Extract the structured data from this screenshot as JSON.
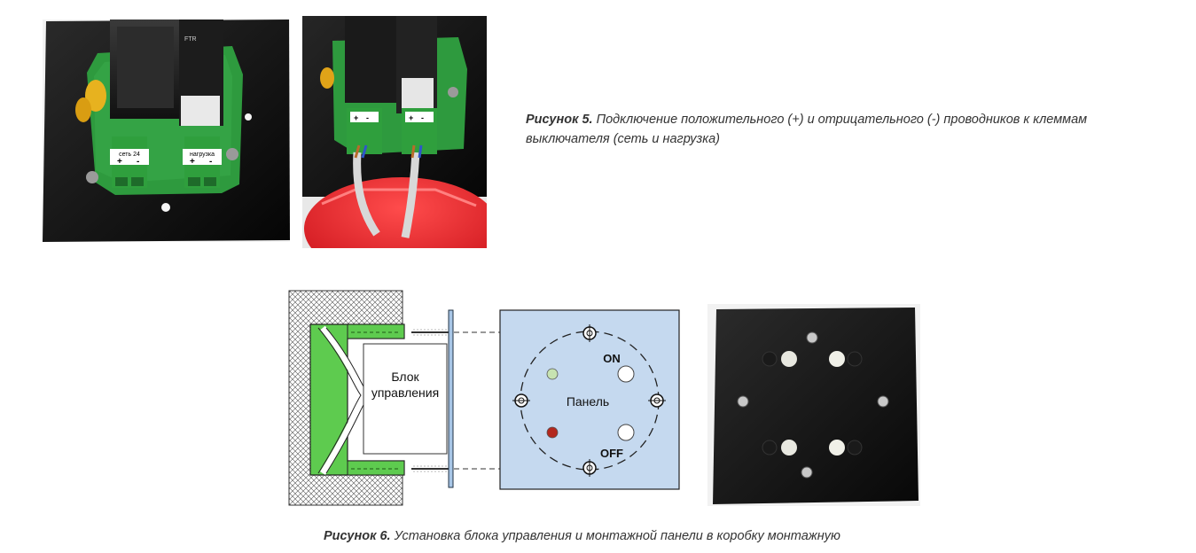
{
  "figure5": {
    "caption_label": "Рисунок 5.",
    "caption_text": " Подключение положительного (+) и отрицательного (-) проводников к клеммам выключателя (сеть и нагрузка)",
    "photo1": {
      "terminal_left_label": "сеть 24",
      "terminal_right_label": "нагрузка",
      "plus": "+",
      "minus": "-"
    },
    "photo2": {
      "plus": "+",
      "minus": "-"
    }
  },
  "figure6": {
    "caption_label": "Рисунок 6.",
    "caption_text": " Установка блока управления и монтажной панели в коробку монтажную",
    "diagram": {
      "block_label_line1": "Блок",
      "block_label_line2": "управления",
      "panel_label": "Панель",
      "on_label": "ON",
      "off_label": "OFF"
    }
  },
  "colors": {
    "pcb_green": "#2e9a3e",
    "diagram_green": "#5ecb4f",
    "panel_blue": "#c5d9ef",
    "led_green": "#c7e3b1",
    "led_red": "#b3281e",
    "mount_box_red": "#e8262c",
    "black_panel": "#111111"
  }
}
